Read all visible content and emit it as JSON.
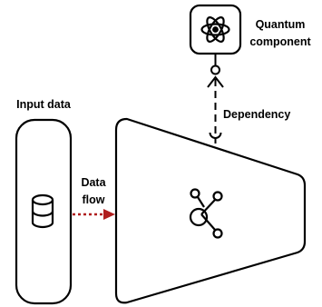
{
  "labels": {
    "quantum_line1": "Quantum",
    "quantum_line2": "component",
    "input_data": "Input data",
    "dependency": "Dependency",
    "data_flow_line1": "Data",
    "data_flow_line2": "flow"
  },
  "colors": {
    "stroke": "#000000",
    "data_flow_arrow": "#b01e1e",
    "background": "#ffffff"
  },
  "icons": {
    "quantum": "atom-icon",
    "database": "database-icon",
    "model": "share-nodes-icon"
  }
}
